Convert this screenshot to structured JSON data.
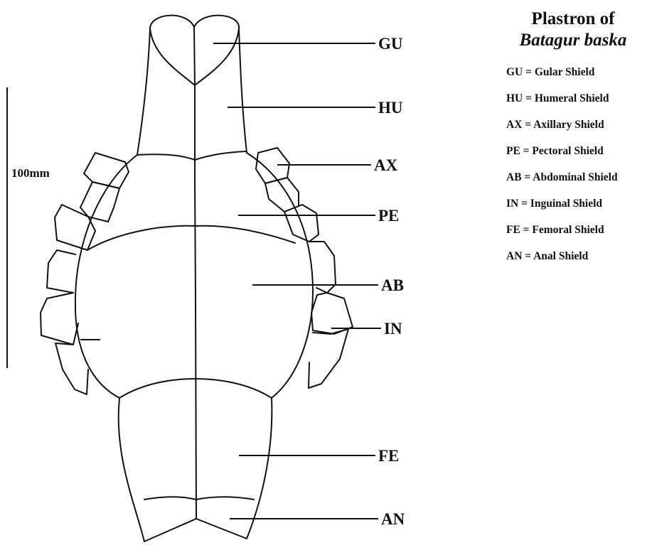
{
  "title": {
    "line1": "Plastron of",
    "line2": "Batagur baska"
  },
  "scale_bar": {
    "label": "100mm"
  },
  "shield_labels": [
    {
      "code": "GU"
    },
    {
      "code": "HU"
    },
    {
      "code": "AX"
    },
    {
      "code": "PE"
    },
    {
      "code": "AB"
    },
    {
      "code": "IN"
    },
    {
      "code": "FE"
    },
    {
      "code": "AN"
    }
  ],
  "legend": [
    "GU = Gular Shield",
    "HU = Humeral Shield",
    "AX = Axillary Shield",
    "PE = Pectoral Shield",
    "AB = Abdominal Shield",
    "IN = Inguinal Shield",
    "FE = Femoral Shield",
    "AN = Anal Shield"
  ]
}
